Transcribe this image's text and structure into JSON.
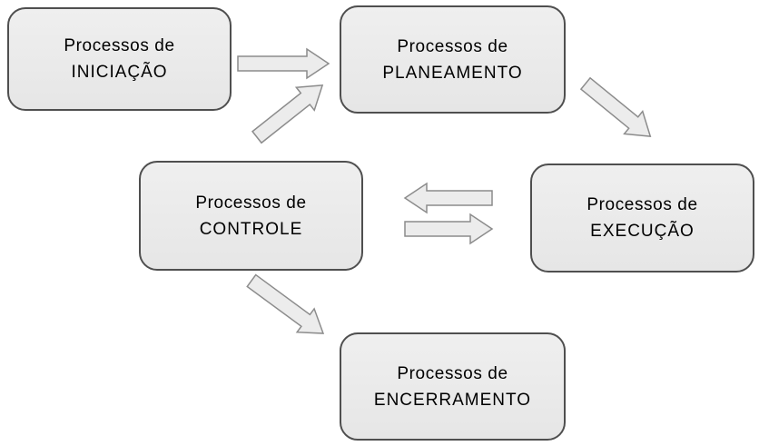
{
  "diagram": {
    "type": "process-flow",
    "language": "pt",
    "nodes": [
      {
        "id": "iniciacao",
        "line1": "Processos de",
        "line2": "INICIAÇÃO"
      },
      {
        "id": "planeamento",
        "line1": "Processos de",
        "line2": "PLANEAMENTO"
      },
      {
        "id": "execucao",
        "line1": "Processos de",
        "line2": "EXECUÇÃO"
      },
      {
        "id": "controle",
        "line1": "Processos de",
        "line2": "CONTROLE"
      },
      {
        "id": "encerramento",
        "line1": "Processos de",
        "line2": "ENCERRAMENTO"
      }
    ],
    "edges": [
      {
        "from": "iniciacao",
        "to": "planeamento",
        "style": "block-arrow",
        "direction": "right"
      },
      {
        "from": "controle",
        "to": "planeamento",
        "style": "block-arrow",
        "direction": "up-right"
      },
      {
        "from": "planeamento",
        "to": "execucao",
        "style": "block-arrow",
        "direction": "down-right"
      },
      {
        "from": "execucao",
        "to": "controle",
        "style": "block-arrow",
        "direction": "left"
      },
      {
        "from": "controle",
        "to": "execucao",
        "style": "block-arrow",
        "direction": "right"
      },
      {
        "from": "controle",
        "to": "encerramento",
        "style": "block-arrow",
        "direction": "down-right"
      }
    ],
    "colors": {
      "node_fill": "#e9e9e9",
      "node_border": "#4f4f4f",
      "arrow_fill": "#ececec",
      "arrow_border": "#8c8c8c",
      "background": "#ffffff",
      "text": "#000000"
    }
  }
}
